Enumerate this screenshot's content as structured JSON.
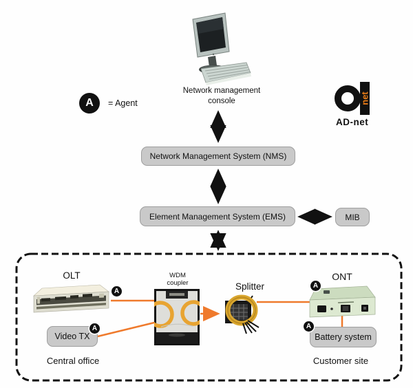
{
  "legend": {
    "badge": "A",
    "text": "= Agent"
  },
  "console": {
    "line1": "Network management",
    "line2": "console"
  },
  "logo": {
    "net": "net",
    "caption": "AD-net"
  },
  "boxes": {
    "nms": "Network Management System (NMS)",
    "ems": "Element Management System (EMS)",
    "mib": "MIB",
    "video_tx": "Video TX",
    "battery": "Battery system"
  },
  "devices": {
    "olt": "OLT",
    "wdm_line1": "WDM",
    "wdm_line2": "coupler",
    "splitter": "Splitter",
    "ont": "ONT"
  },
  "sites": {
    "central": "Central office",
    "customer": "Customer site"
  },
  "badge_letter": "A",
  "colors": {
    "connector_orange": "#ef7a2c",
    "box_gray": "#c9c9c9",
    "arrow_black": "#111111",
    "logo_orange": "#e87c17"
  }
}
